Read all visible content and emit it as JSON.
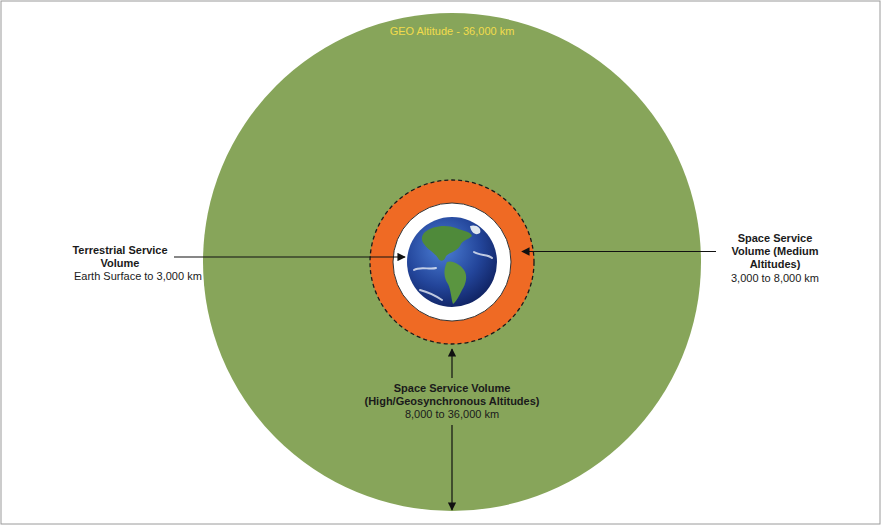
{
  "diagram": {
    "nodes": [
      {
        "text": [
          "GEO Altitude - 36,000 km",
          "Space Service Volume (High/Geosynchronous Altitudes)",
          "8,000 to 36,000 km"
        ]
      }
    ],
    "labels": [
      "Terrestrial Service Volume",
      "Earth Surface to 3,000 km",
      "Space Service Volume (Medium Altitudes)",
      "3,000 to 8,000 km"
    ]
  }
}
